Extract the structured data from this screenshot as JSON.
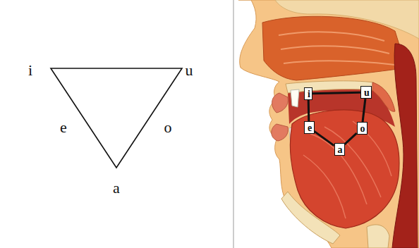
{
  "diagram": {
    "nodes": [
      {
        "text": [
          "i"
        ]
      },
      {
        "text": [
          "u"
        ]
      },
      {
        "text": [
          "e"
        ]
      },
      {
        "text": [
          "o"
        ]
      },
      {
        "text": [
          "a"
        ]
      }
    ],
    "edges": [
      {
        "from": 0,
        "to": 1,
        "arrow": "none"
      },
      {
        "from": 0,
        "to": 2,
        "arrow": "none"
      },
      {
        "from": 2,
        "to": 4,
        "arrow": "none"
      },
      {
        "from": 4,
        "to": 3,
        "arrow": "none"
      },
      {
        "from": 3,
        "to": 1,
        "arrow": "none"
      }
    ],
    "labels": [
      "i",
      "u",
      "e",
      "o",
      "a"
    ]
  }
}
